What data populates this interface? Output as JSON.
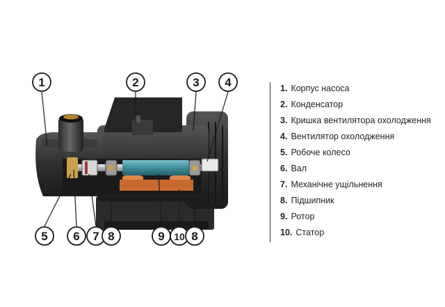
{
  "callouts": [
    "1",
    "2",
    "3",
    "4",
    "5",
    "6",
    "7",
    "8",
    "9",
    "10",
    "8"
  ],
  "legend": [
    {
      "num": "1.",
      "label": "Корпус насоса"
    },
    {
      "num": "2.",
      "label": "Конденсатор"
    },
    {
      "num": "3.",
      "label": "Кришка вентилятора охолодження"
    },
    {
      "num": "4.",
      "label": "Вентилятор охолодження"
    },
    {
      "num": "5.",
      "label": "Робоче колесо"
    },
    {
      "num": "6.",
      "label": "Вал"
    },
    {
      "num": "7.",
      "label": "Механічне ущільнення"
    },
    {
      "num": "8.",
      "label": "Підшипник"
    },
    {
      "num": "9.",
      "label": "Ротор"
    },
    {
      "num": "10.",
      "label": "Статор"
    }
  ],
  "colors": {
    "body_dark": "#2b2b2b",
    "body_mid": "#4a4a4a",
    "shaft": "#c8c8c8",
    "rotor": "#3f8f9c",
    "stator": "#c86a30",
    "brass": "#c9a24a"
  }
}
